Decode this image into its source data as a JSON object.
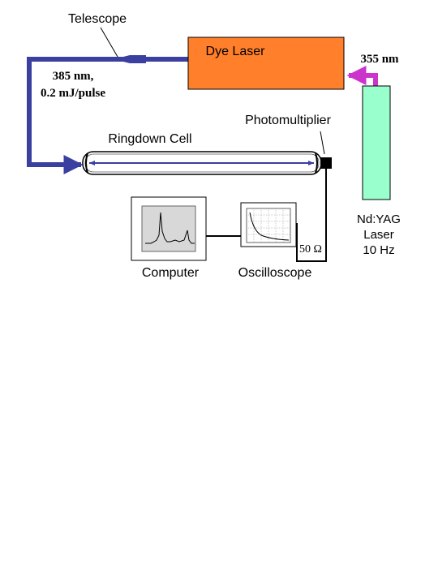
{
  "labels": {
    "telescope": "Telescope",
    "dye_laser": "Dye Laser",
    "wavelength_355": "355 nm",
    "pulse_line1": "385 nm,",
    "pulse_line2": "0.2 mJ/pulse",
    "photomultiplier": "Photomultiplier",
    "ringdown_cell": "Ringdown Cell",
    "ndyag_line1": "Nd:YAG",
    "ndyag_line2": "Laser",
    "ndyag_line3": "10 Hz",
    "resistor": "50 Ω",
    "computer": "Computer",
    "oscilloscope": "Oscilloscope"
  },
  "colors": {
    "dye_laser": "#ff7f2a",
    "ndyag_laser": "#99ffcc",
    "beam_385": "#3b3fa0",
    "beam_355": "#cc33cc",
    "screen": "#d8d8d8",
    "grid": "#9a9a9a"
  },
  "icons": {
    "computer_screen": "spectrum-trace-icon",
    "oscilloscope_screen": "decay-trace-icon",
    "photomultiplier": "detector-block-icon"
  }
}
